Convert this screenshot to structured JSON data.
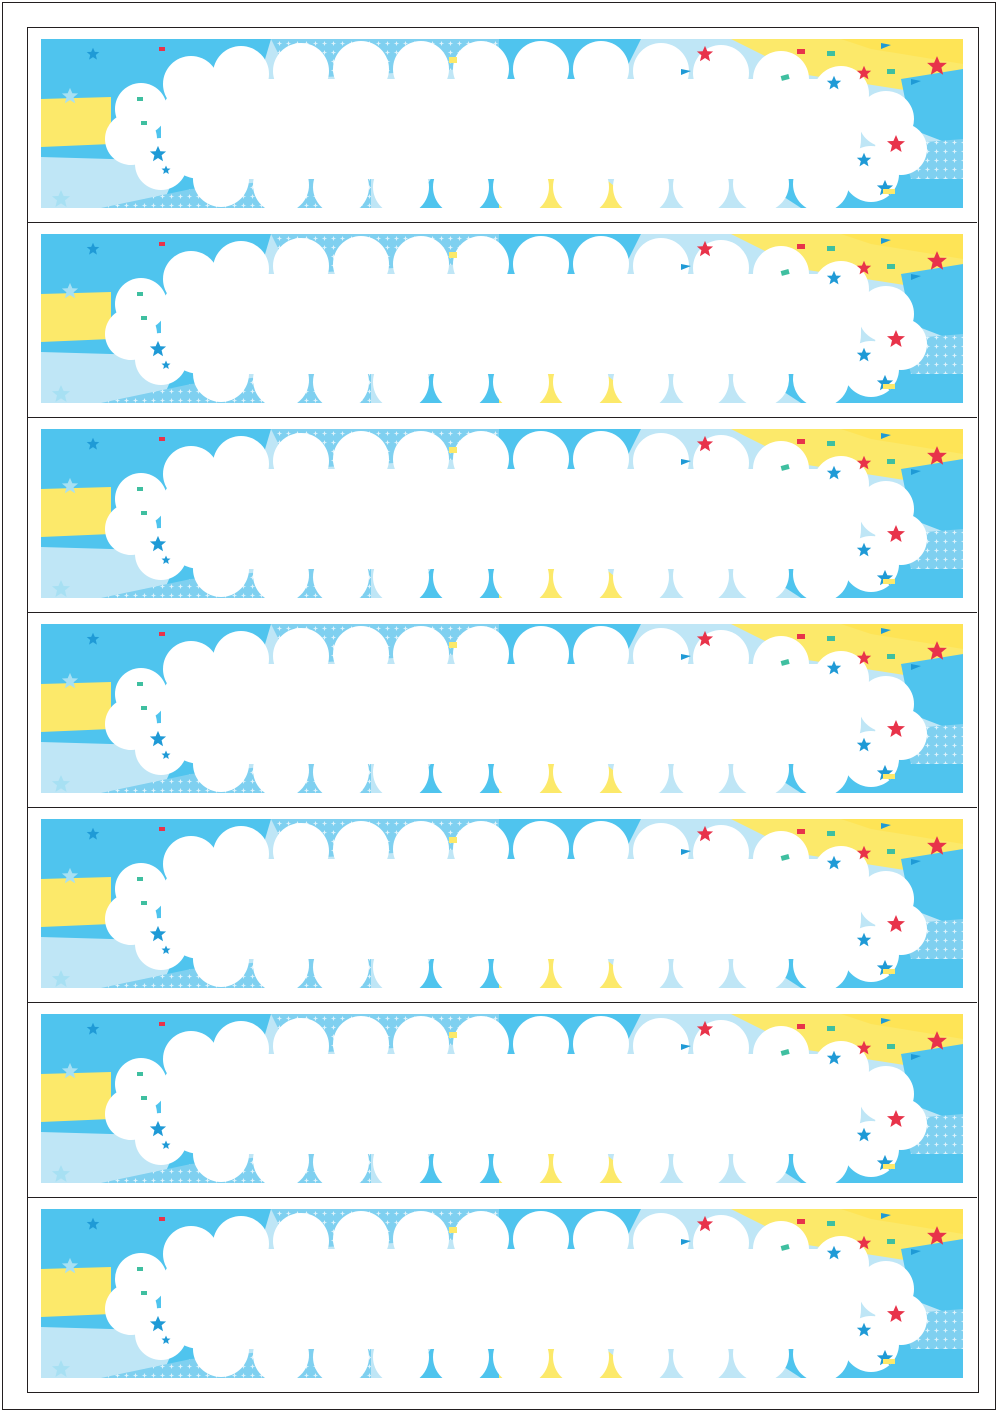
{
  "document": {
    "type": "name-label-sheet",
    "label_count": 7,
    "labels": [
      {
        "text": ""
      },
      {
        "text": ""
      },
      {
        "text": ""
      },
      {
        "text": ""
      },
      {
        "text": ""
      },
      {
        "text": ""
      },
      {
        "text": ""
      }
    ]
  },
  "colors": {
    "sky_light": "#bfe6f6",
    "sky_mid": "#4fc4ee",
    "sky_deep": "#2aa8e0",
    "sun_yellow": "#fce96a",
    "star_red": "#e8334a",
    "star_blue": "#1f9ad6",
    "confetti_green": "#3fbfa0",
    "cloud": "#ffffff",
    "border": "#231f20"
  },
  "icons": [
    "cloud-frame",
    "star-icon",
    "pennant-flag-icon",
    "confetti-icon"
  ]
}
